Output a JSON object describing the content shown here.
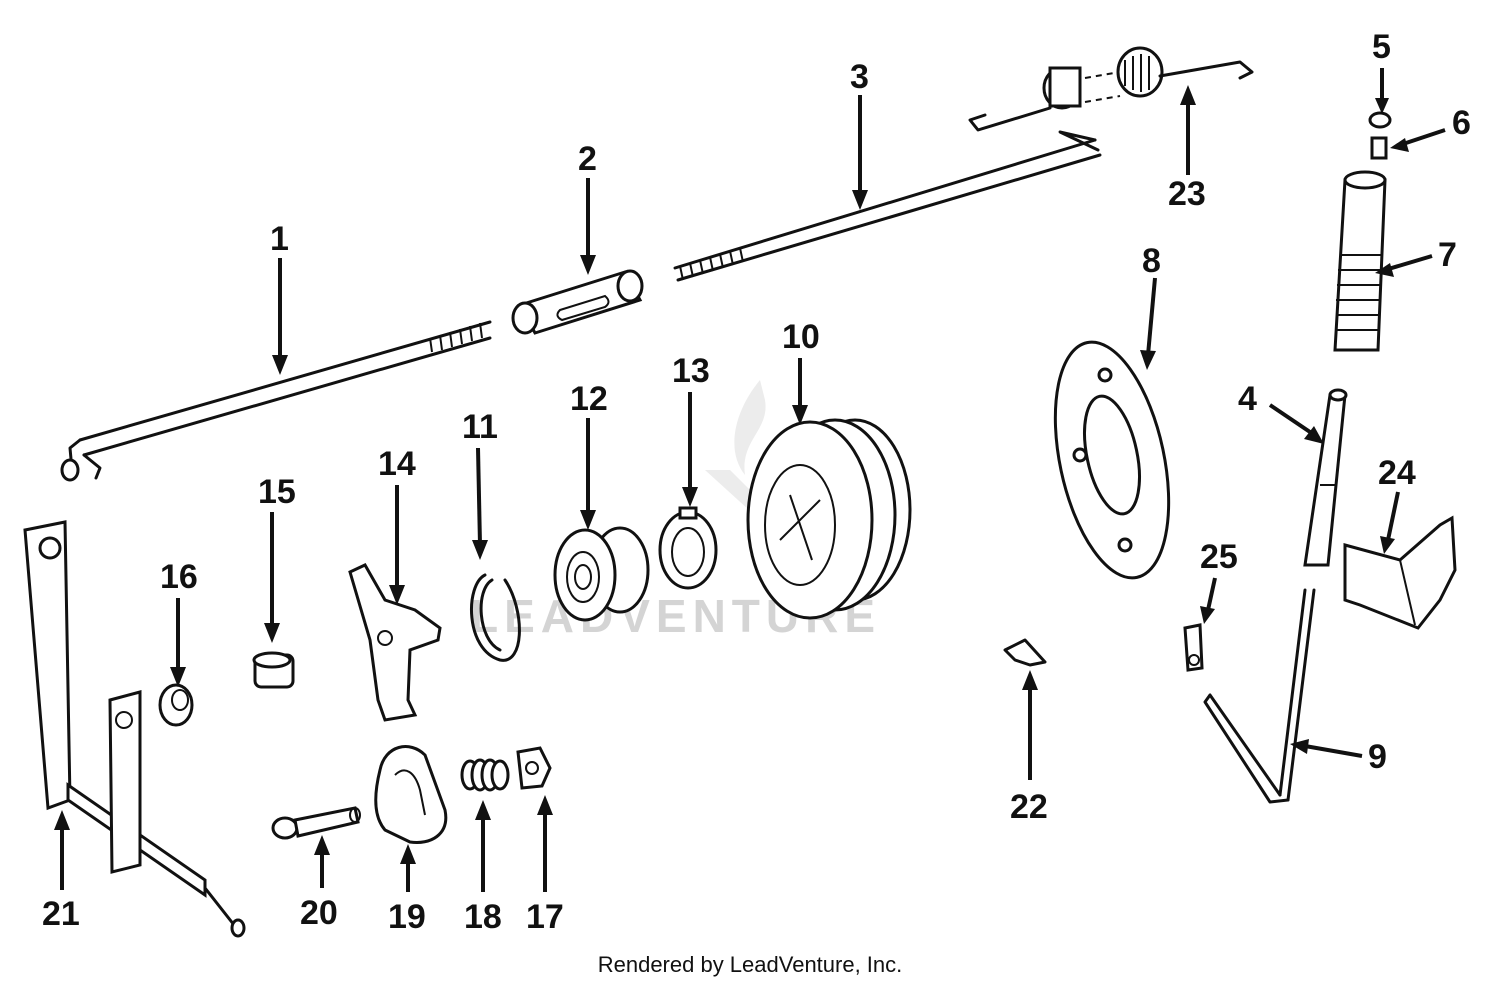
{
  "diagram": {
    "watermark": "LEADVENTURE",
    "footer": "Rendered by LeadVenture, Inc.",
    "labels": {
      "p1": "1",
      "p2": "2",
      "p3": "3",
      "p4": "4",
      "p5": "5",
      "p6": "6",
      "p7": "7",
      "p8": "8",
      "p9": "9",
      "p10": "10",
      "p11": "11",
      "p12": "12",
      "p13": "13",
      "p14": "14",
      "p15": "15",
      "p16": "16",
      "p17": "17",
      "p18": "18",
      "p19": "19",
      "p20": "20",
      "p21": "21",
      "p22": "22",
      "p23": "23",
      "p24": "24",
      "p25": "25"
    }
  }
}
